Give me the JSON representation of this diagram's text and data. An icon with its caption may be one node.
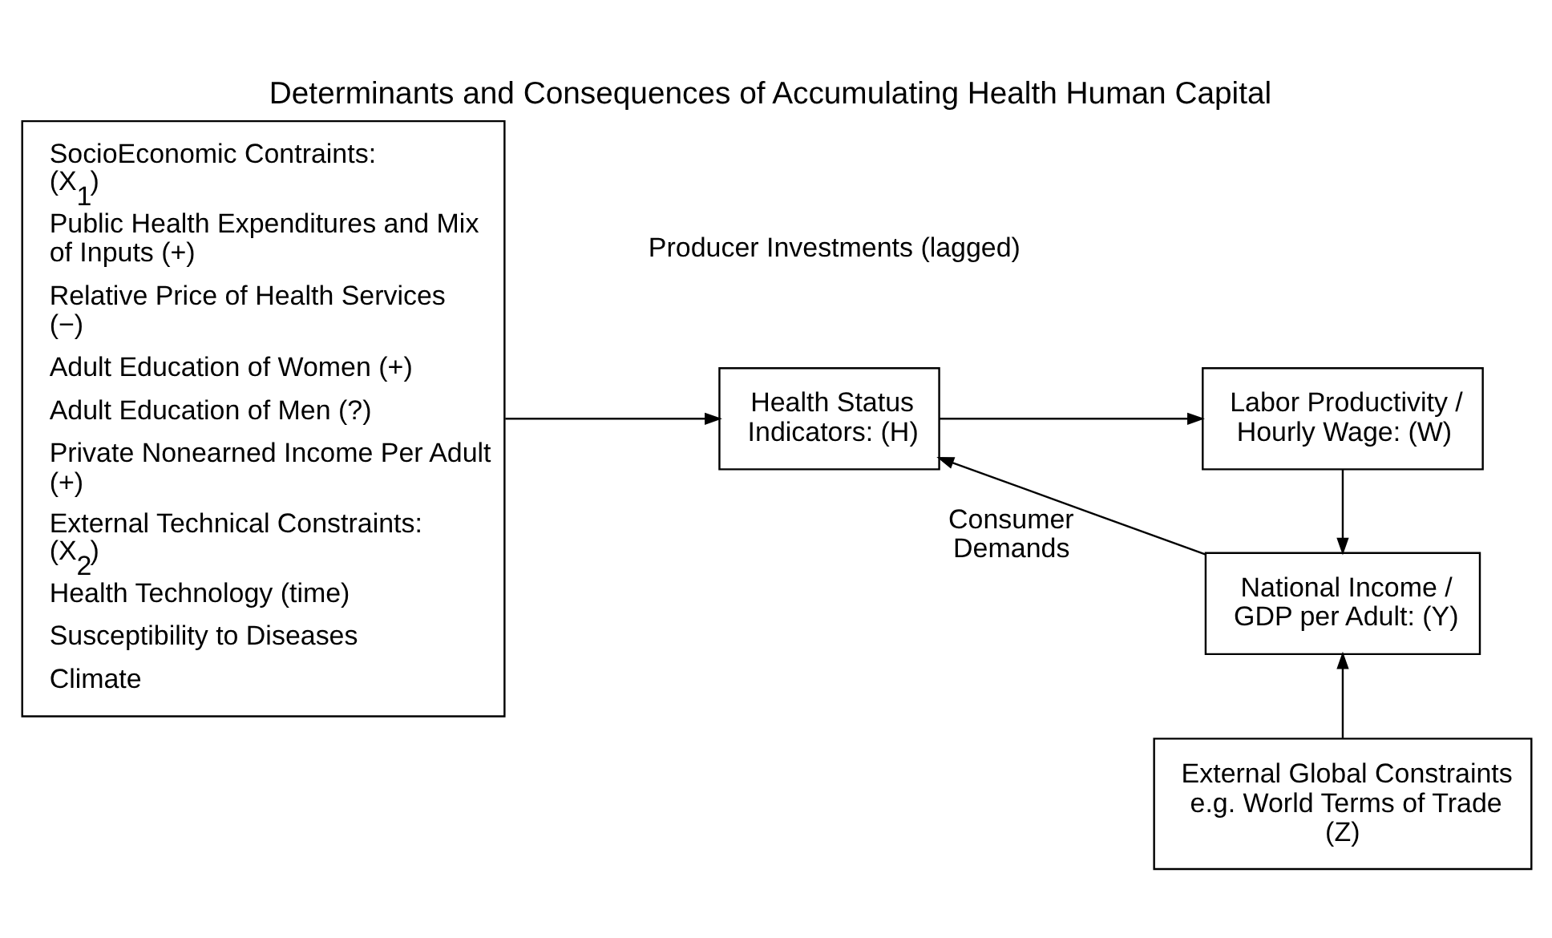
{
  "diagram": {
    "title": "Determinants and Consequences of Accumulating Health Human Capital",
    "nodes": [
      {
        "text": [
          "SocioEconomic Contraints: (X$_{1}$)",
          "Public Health Expenditures and Mix of Inputs (+)",
          "Relative Price of Health Services (−)",
          "Adult Education of Women (+)",
          "Adult Education of Men (?)",
          "Private Nonearned Income Per Adult (+)",
          "External Technical Constraints: (X$_{2}$)",
          "Health Technology (time)",
          "Susceptibility to Diseases",
          "Climate"
        ]
      },
      {
        "text": [
          "Health Status Indicators: (H)"
        ]
      },
      {
        "text": [
          "Labor Productivity / Hourly Wage: (W)"
        ]
      },
      {
        "text": [
          "National Income / GDP per Adult: (Y)"
        ]
      },
      {
        "text": [
          "External Global Constraints e.g. World Terms of Trade (Z)"
        ]
      }
    ],
    "edges": [
      {
        "from": 0,
        "to": 1,
        "arrow": "to"
      },
      {
        "from": 1,
        "to": 2,
        "arrow": "to"
      },
      {
        "from": 2,
        "to": 3,
        "arrow": "to"
      },
      {
        "from": 3,
        "to": 1,
        "arrow": "to",
        "label": "Consumer Demands"
      },
      {
        "from": 4,
        "to": 3,
        "arrow": "to"
      }
    ],
    "labels": [
      "Producer Investments (lagged)"
    ]
  }
}
